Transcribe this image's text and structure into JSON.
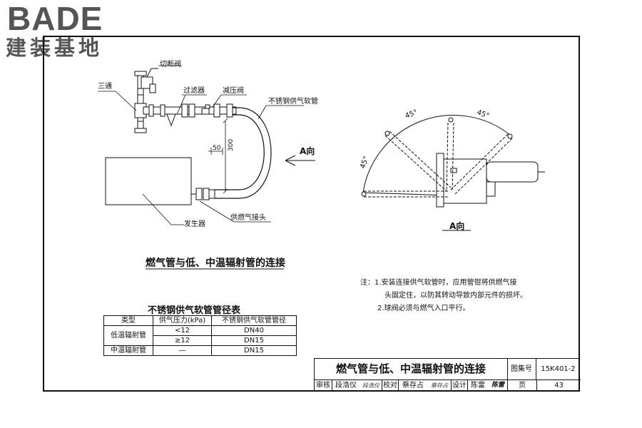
{
  "logo": {
    "latin": "BADE",
    "chinese": "建装基地"
  },
  "left_diagram": {
    "labels": {
      "shutoff_valve": "切断阀",
      "tee": "三通",
      "filter": "过滤器",
      "pressure_reducer": "减压阀",
      "hose": "不锈钢供气软管",
      "dim_50": "50",
      "dim_300": "300",
      "generator": "发生器",
      "gas_joint": "供燃气接头"
    },
    "view_arrow": "A向",
    "title": "燃气管与低、中温辐射管的连接"
  },
  "right_diagram": {
    "angle_top_left": "45°",
    "angle_top_right": "45°",
    "angle_left": "45°",
    "caption": "A向"
  },
  "notes": {
    "prefix": "注：",
    "lines": [
      "1.安装连接供气软管时，应用管钳将供燃气接",
      "头固定住，以防其转动导致内部元件的损坏。",
      "2.球阀必须与燃气入口平行。"
    ]
  },
  "table": {
    "title": "不锈钢供气软管管径表",
    "headers": [
      "类型",
      "供气压力(kPa)",
      "不锈钢供气软管管径"
    ],
    "rows": [
      {
        "type": "低温辐射管",
        "pressure": "<12",
        "diameter": "DN40"
      },
      {
        "type": "",
        "pressure": "≥12",
        "diameter": "DN15"
      },
      {
        "type": "中温辐射管",
        "pressure": "—",
        "diameter": "DN15"
      }
    ]
  },
  "title_block": {
    "title": "燃气管与低、中温辐射管的连接",
    "atlas_label": "图集号",
    "atlas_no": "15K401-2",
    "page_label": "页",
    "page_no": "43",
    "review_label": "审核",
    "reviewer": "段浩仪",
    "reviewer_sig": "段浩仪",
    "check_label": "校对",
    "checker": "蔡存占",
    "checker_sig": "蔡存占",
    "design_label": "设计",
    "designer": "陈雷",
    "designer_sig": "陈雷"
  }
}
